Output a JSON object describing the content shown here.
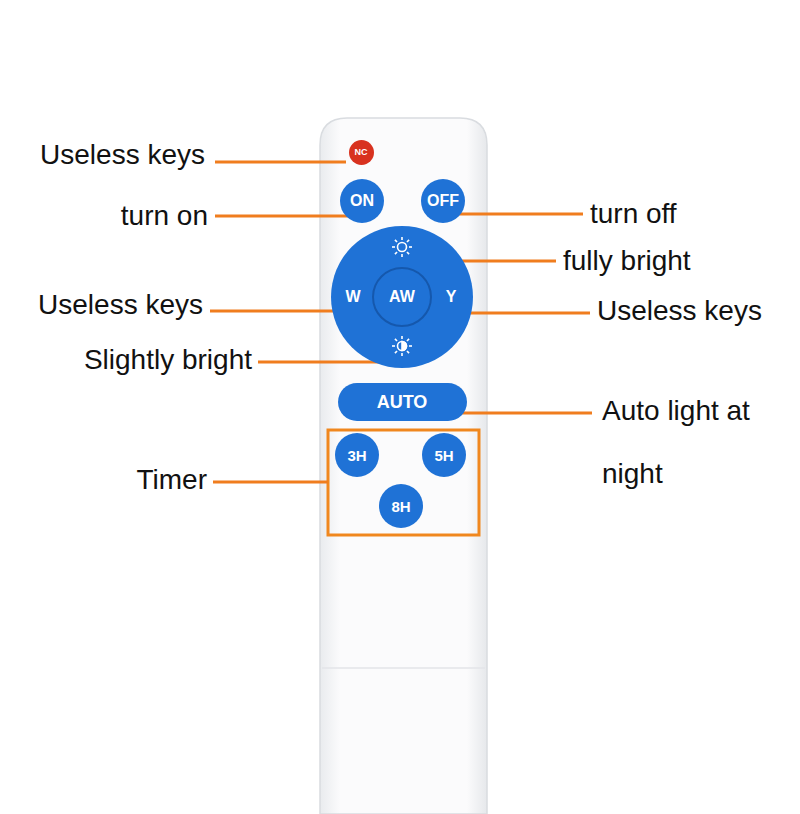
{
  "diagram": {
    "nodes": [
      {
        "text": [
          "NC"
        ]
      },
      {
        "text": [
          "ON"
        ]
      },
      {
        "text": [
          "OFF"
        ]
      },
      {
        "text": [
          "W",
          "Y"
        ]
      },
      {
        "text": [
          "AW"
        ],
        "in": 3
      },
      {
        "text": [
          "AUTO"
        ]
      },
      {
        "text": [
          "3H"
        ]
      },
      {
        "text": [
          "5H"
        ]
      },
      {
        "text": [
          "8H"
        ]
      }
    ],
    "labels": [
      "Useless keys",
      "turn on",
      "turn off",
      "fully bright",
      "Useless keys",
      "Useless keys",
      "Slightly bright",
      "Auto light at night",
      "Timer"
    ]
  }
}
